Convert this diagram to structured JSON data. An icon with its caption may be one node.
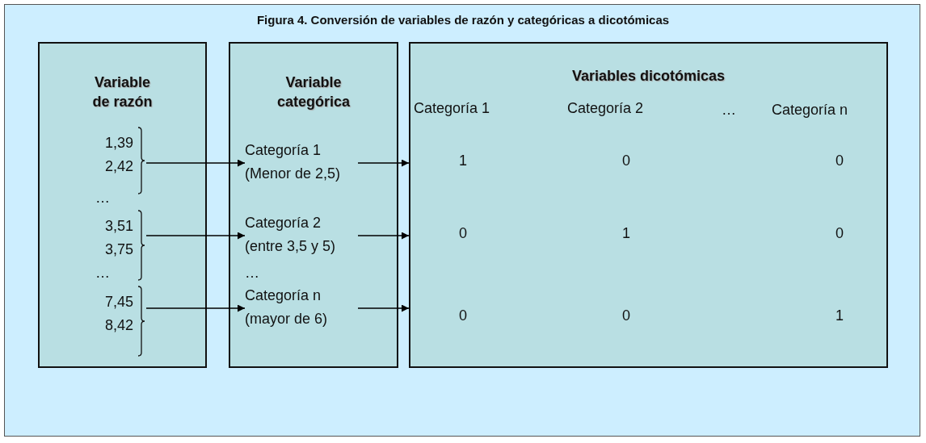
{
  "diagram": {
    "title": "Figura 4. Conversión de variables de razón y categóricas a dicotómicas",
    "nodes": [
      {
        "text": [
          "Variable de razón"
        ]
      },
      {
        "text": [
          "1,39 2,42"
        ],
        "in": 0
      },
      {
        "text": [
          "3,51 3,75"
        ],
        "in": 0
      },
      {
        "text": [
          "7,45 8,42"
        ],
        "in": 0
      },
      {
        "text": [
          "Variable categórica"
        ]
      },
      {
        "text": [
          "Categoría 1 (Menor de 2,5)"
        ],
        "in": 4
      },
      {
        "text": [
          "Categoría 2 (entre 3,5 y 5)"
        ],
        "in": 4
      },
      {
        "text": [
          "Categoría n (mayor de 6)"
        ],
        "in": 4
      },
      {
        "text": [
          "Variables dicotómicas"
        ]
      }
    ],
    "edges": [
      {
        "from": 1,
        "to": 5,
        "arrow": "to"
      },
      {
        "from": 2,
        "to": 6,
        "arrow": "to"
      },
      {
        "from": 3,
        "to": 7,
        "arrow": "to"
      },
      {
        "from": 5,
        "to": 8,
        "arrow": "to"
      },
      {
        "from": 6,
        "to": 8,
        "arrow": "to"
      },
      {
        "from": 7,
        "to": 8,
        "arrow": "to"
      }
    ],
    "labels": [
      "…",
      "…",
      "…",
      "Categoría 1",
      "Categoría 2",
      "…",
      "Categoría n",
      "1",
      "0",
      "0",
      "0",
      "1",
      "0",
      "0",
      "0",
      "1"
    ]
  }
}
